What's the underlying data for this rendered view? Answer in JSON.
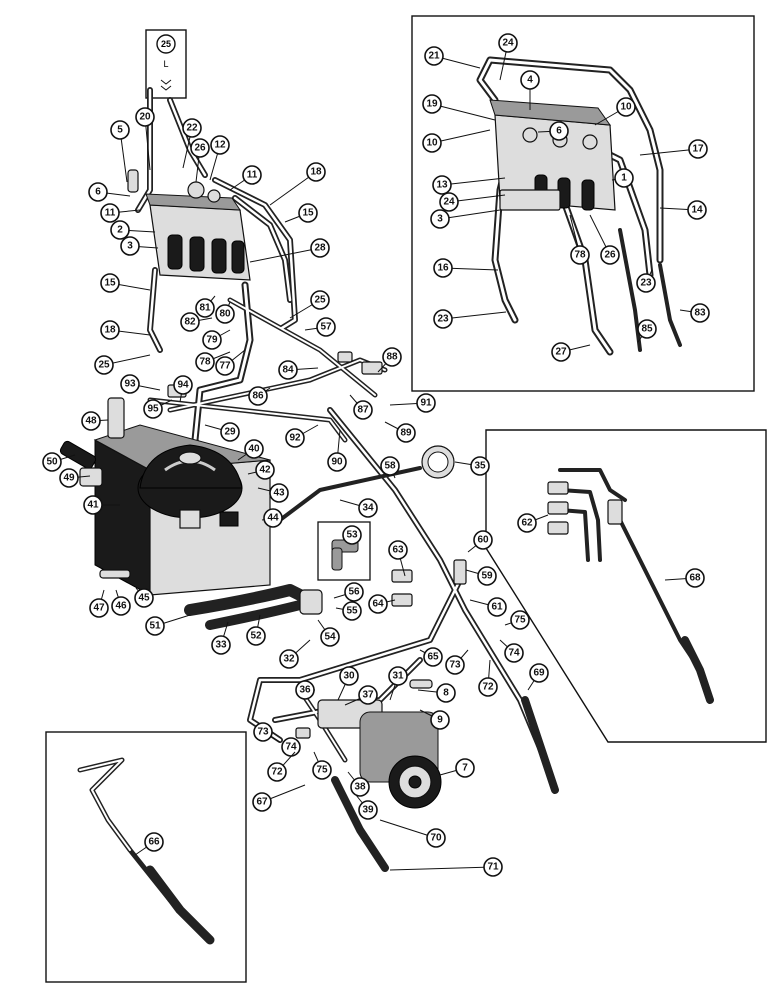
{
  "diagram": {
    "detail_label_25": "25",
    "detail_symbols": "L"
  },
  "callouts": {
    "main": [
      {
        "id": "c5",
        "n": "5"
      },
      {
        "id": "c20",
        "n": "20"
      },
      {
        "id": "c22",
        "n": "22"
      },
      {
        "id": "c26a",
        "n": "26"
      },
      {
        "id": "c12",
        "n": "12"
      },
      {
        "id": "c11a",
        "n": "11"
      },
      {
        "id": "c18a",
        "n": "18"
      },
      {
        "id": "c6a",
        "n": "6"
      },
      {
        "id": "c11b",
        "n": "11"
      },
      {
        "id": "c15a",
        "n": "15"
      },
      {
        "id": "c2",
        "n": "2"
      },
      {
        "id": "c3a",
        "n": "3"
      },
      {
        "id": "c28",
        "n": "28"
      },
      {
        "id": "c15b",
        "n": "15"
      },
      {
        "id": "c81a",
        "n": "81"
      },
      {
        "id": "c80a",
        "n": "80"
      },
      {
        "id": "c82",
        "n": "82"
      },
      {
        "id": "c79",
        "n": "79"
      },
      {
        "id": "c25b",
        "n": "25"
      },
      {
        "id": "c57",
        "n": "57"
      },
      {
        "id": "c18b",
        "n": "18"
      },
      {
        "id": "c78a",
        "n": "78"
      },
      {
        "id": "c77",
        "n": "77"
      },
      {
        "id": "c25c",
        "n": "25"
      },
      {
        "id": "c88",
        "n": "88"
      },
      {
        "id": "c84",
        "n": "84"
      },
      {
        "id": "c93",
        "n": "93"
      },
      {
        "id": "c94",
        "n": "94"
      },
      {
        "id": "c86",
        "n": "86"
      },
      {
        "id": "c87",
        "n": "87"
      },
      {
        "id": "c91",
        "n": "91"
      },
      {
        "id": "c48",
        "n": "48"
      },
      {
        "id": "c95",
        "n": "95"
      },
      {
        "id": "c29",
        "n": "29"
      },
      {
        "id": "c92",
        "n": "92"
      },
      {
        "id": "c89",
        "n": "89"
      },
      {
        "id": "c50",
        "n": "50"
      },
      {
        "id": "c40",
        "n": "40"
      },
      {
        "id": "c90",
        "n": "90"
      },
      {
        "id": "c58",
        "n": "58"
      },
      {
        "id": "c35",
        "n": "35"
      },
      {
        "id": "c42",
        "n": "42"
      },
      {
        "id": "c49",
        "n": "49"
      },
      {
        "id": "c43",
        "n": "43"
      },
      {
        "id": "c34",
        "n": "34"
      },
      {
        "id": "c41",
        "n": "41"
      },
      {
        "id": "c44",
        "n": "44"
      },
      {
        "id": "c53",
        "n": "53"
      },
      {
        "id": "c63",
        "n": "63"
      },
      {
        "id": "c60",
        "n": "60"
      },
      {
        "id": "c59",
        "n": "59"
      },
      {
        "id": "c47",
        "n": "47"
      },
      {
        "id": "c46",
        "n": "46"
      },
      {
        "id": "c45",
        "n": "45"
      },
      {
        "id": "c56",
        "n": "56"
      },
      {
        "id": "c51",
        "n": "51"
      },
      {
        "id": "c55",
        "n": "55"
      },
      {
        "id": "c64",
        "n": "64"
      },
      {
        "id": "c61",
        "n": "61"
      },
      {
        "id": "c33",
        "n": "33"
      },
      {
        "id": "c52",
        "n": "52"
      },
      {
        "id": "c54",
        "n": "54"
      },
      {
        "id": "c75a",
        "n": "75"
      },
      {
        "id": "c32",
        "n": "32"
      },
      {
        "id": "c65",
        "n": "65"
      },
      {
        "id": "c73a",
        "n": "73"
      },
      {
        "id": "c74a",
        "n": "74"
      },
      {
        "id": "c72a",
        "n": "72"
      },
      {
        "id": "c69",
        "n": "69"
      },
      {
        "id": "c36",
        "n": "36"
      },
      {
        "id": "c30",
        "n": "30"
      },
      {
        "id": "c31",
        "n": "31"
      },
      {
        "id": "c37",
        "n": "37"
      },
      {
        "id": "c8",
        "n": "8"
      },
      {
        "id": "c9",
        "n": "9"
      },
      {
        "id": "c73b",
        "n": "73"
      },
      {
        "id": "c74b",
        "n": "74"
      },
      {
        "id": "c72b",
        "n": "72"
      },
      {
        "id": "c75b",
        "n": "75"
      },
      {
        "id": "c7",
        "n": "7"
      },
      {
        "id": "c38",
        "n": "38"
      },
      {
        "id": "c67",
        "n": "67"
      },
      {
        "id": "c39",
        "n": "39"
      },
      {
        "id": "c70",
        "n": "70"
      },
      {
        "id": "c71",
        "n": "71"
      }
    ],
    "valve_inset": [
      {
        "id": "v24a",
        "n": "24"
      },
      {
        "id": "v21",
        "n": "21"
      },
      {
        "id": "v4",
        "n": "4"
      },
      {
        "id": "v10a",
        "n": "10"
      },
      {
        "id": "v19",
        "n": "19"
      },
      {
        "id": "v10b",
        "n": "10"
      },
      {
        "id": "v6",
        "n": "6"
      },
      {
        "id": "v17",
        "n": "17"
      },
      {
        "id": "v13",
        "n": "13"
      },
      {
        "id": "v1",
        "n": "1"
      },
      {
        "id": "v24b",
        "n": "24"
      },
      {
        "id": "v14",
        "n": "14"
      },
      {
        "id": "v3",
        "n": "3"
      },
      {
        "id": "v78",
        "n": "78"
      },
      {
        "id": "v26",
        "n": "26"
      },
      {
        "id": "v16",
        "n": "16"
      },
      {
        "id": "v23a",
        "n": "23"
      },
      {
        "id": "v83",
        "n": "83"
      },
      {
        "id": "v23b",
        "n": "23"
      },
      {
        "id": "v85",
        "n": "85"
      },
      {
        "id": "v27",
        "n": "27"
      }
    ],
    "right_inset": [
      {
        "id": "r62",
        "n": "62"
      },
      {
        "id": "r68",
        "n": "68"
      }
    ],
    "left_inset": [
      {
        "id": "l66",
        "n": "66"
      }
    ]
  }
}
